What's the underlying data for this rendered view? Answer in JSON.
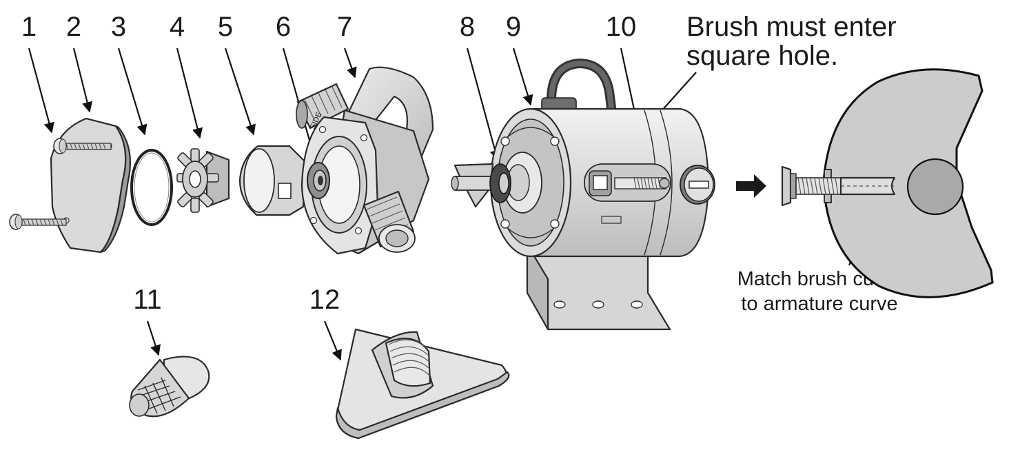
{
  "part_numbers": [
    "1",
    "2",
    "3",
    "4",
    "5",
    "6",
    "7",
    "8",
    "9",
    "10",
    "11",
    "12"
  ],
  "callouts": {
    "brush_hole_line1": "Brush must enter",
    "brush_hole_line2": "square hole.",
    "curve_line1": "Match brush curve",
    "curve_line2": "to armature curve"
  },
  "colors": {
    "part_fill": "#d9d9d9",
    "part_dark": "#a6a6a6",
    "part_light": "#ececec",
    "line": "#1a1a1a",
    "armature_fill": "#cfcfcf",
    "hub_fill": "#a9a9a9"
  },
  "icons": {
    "direction_arrow": "arrow-right-icon"
  }
}
